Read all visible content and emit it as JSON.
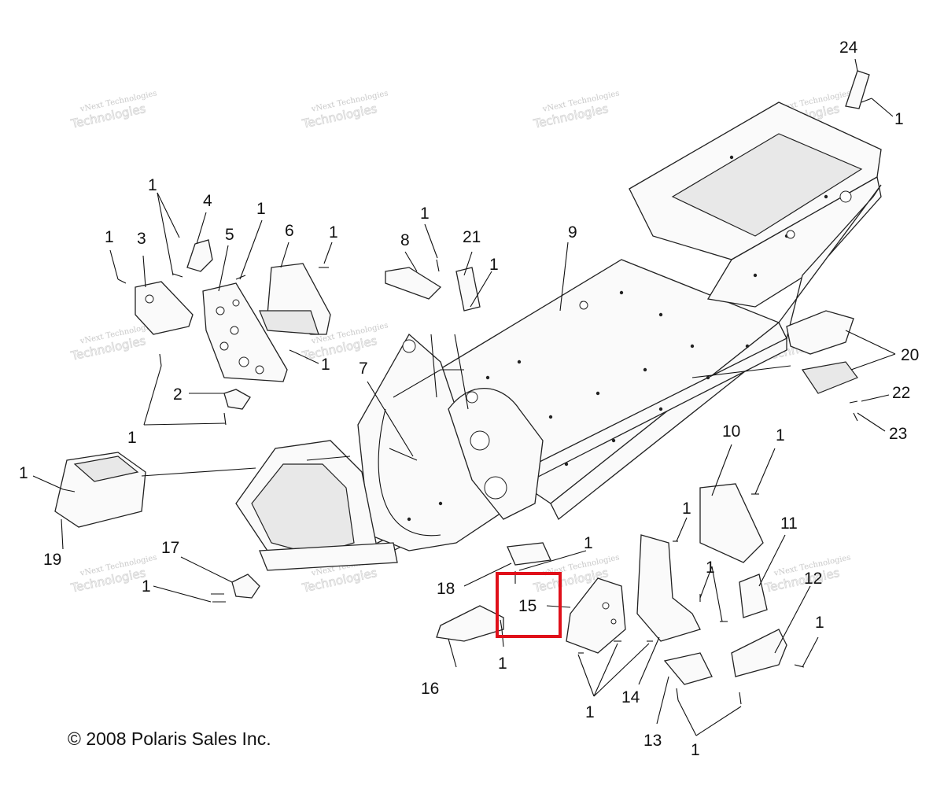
{
  "copyright": "© 2008 Polaris Sales Inc.",
  "watermark": {
    "line1": "vNext Technologies",
    "line2": "Technologies"
  },
  "highlight": {
    "label": "15",
    "color": "#e0101a"
  },
  "callouts": [
    "24",
    "1",
    "1",
    "4",
    "1",
    "1",
    "3",
    "5",
    "6",
    "1",
    "8",
    "21",
    "1",
    "9",
    "1",
    "1",
    "2",
    "1",
    "7",
    "20",
    "22",
    "23",
    "1",
    "19",
    "10",
    "1",
    "1",
    "11",
    "17",
    "1",
    "1",
    "18",
    "15",
    "12",
    "1",
    "1",
    "16",
    "14",
    "1",
    "13",
    "1"
  ]
}
